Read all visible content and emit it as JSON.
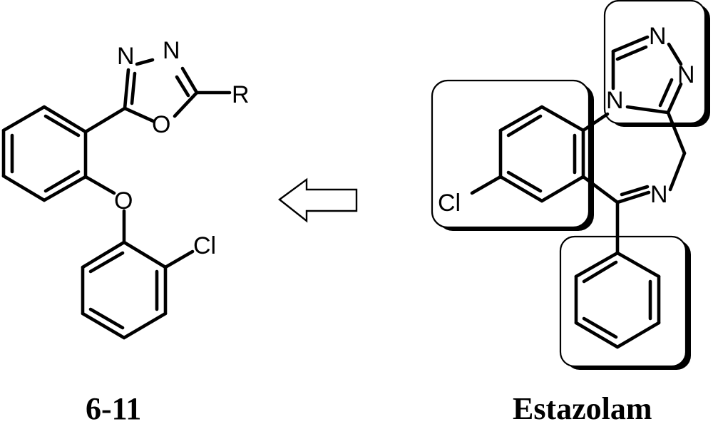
{
  "compounds": {
    "left": {
      "caption": "6-11",
      "atoms": {
        "n1": "N",
        "n2": "N",
        "o_ring": "O",
        "r_group": "R",
        "o_ether": "O",
        "cl": "Cl"
      }
    },
    "right": {
      "caption": "Estazolam",
      "atoms": {
        "n_top": "N",
        "n_right": "N",
        "n_left": "N",
        "n_imine": "N",
        "cl": "Cl"
      }
    }
  }
}
